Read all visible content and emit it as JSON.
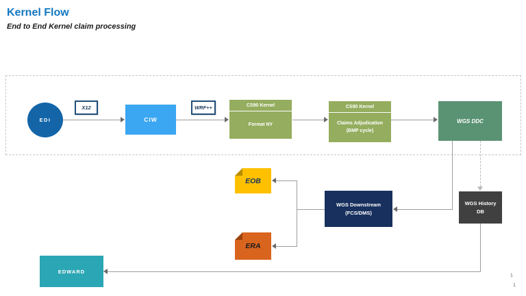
{
  "header": {
    "title": "Kernel Flow",
    "subtitle": "End to End Kernel claim processing"
  },
  "flow": {
    "edi": "EDI",
    "x12_label": "X12",
    "ciw": "CIW",
    "wrf_label": "WRF++",
    "format_ny": {
      "header": "CS90 Kernel",
      "body": "Format NY"
    },
    "claims": {
      "header": "CS90 Kernel",
      "body_line1": "Claims Adjudication",
      "body_line2": "(BMP cycle)"
    },
    "wgs_ddc": "WGS DDC"
  },
  "downstream": {
    "wgs_downstream_line1": "WGS Downstream",
    "wgs_downstream_line2": "(FCS/DMS)",
    "wgs_history_line1": "WGS History",
    "wgs_history_line2": "DB",
    "eob": "EOB",
    "era": "ERA",
    "edward": "EDWARD"
  },
  "page": {
    "num_top": "1",
    "num_bottom": "1"
  },
  "colors": {
    "title_blue": "#1277C0",
    "edi_circle": "#1465A8",
    "ciw_box": "#3BA6F1",
    "cs90_green": "#94AD5E",
    "wgs_ddc_green": "#5A9374",
    "wgs_downstream_navy": "#17305E",
    "wgs_history_gray": "#404040",
    "eob_gold": "#FFC000",
    "era_orange": "#D9641E",
    "edward_teal": "#2BA6B4",
    "edge_label_border": "#1F4E79",
    "connector_gray": "#9c9c9c"
  }
}
